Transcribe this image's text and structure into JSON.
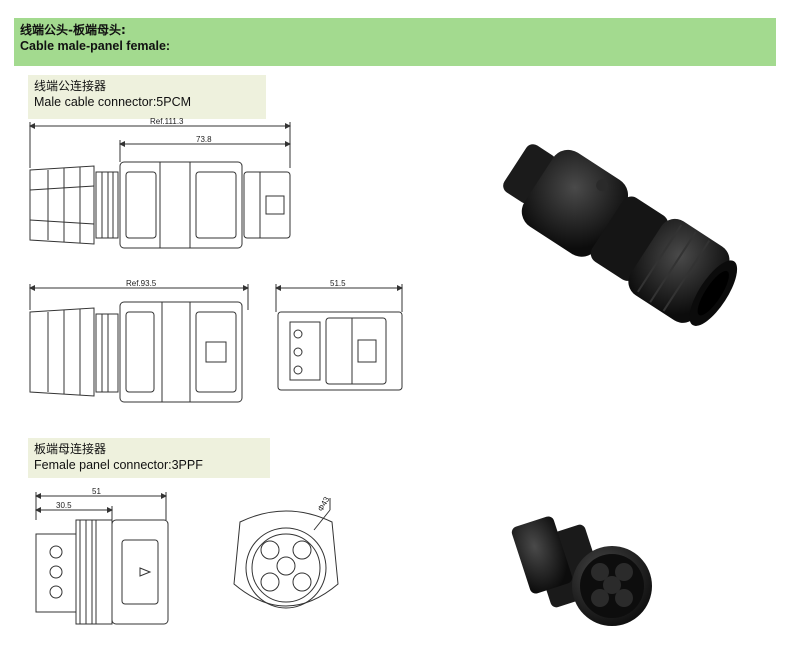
{
  "header": {
    "title_zh": "线端公头-板端母头:",
    "title_en": "Cable male-panel female:"
  },
  "section1": {
    "label_zh": "线端公连接器",
    "label_en": "Male cable connector:5PCM",
    "dims": {
      "total": "Ref.111.3",
      "body": "73.8",
      "side_total": "Ref.93.5",
      "end_view": "51.5"
    }
  },
  "section2": {
    "label_zh": "板端母连接器",
    "label_en": "Female panel connector:3PPF",
    "dims": {
      "total": "51",
      "body": "30.5",
      "diameter": "Φ43"
    }
  },
  "colors": {
    "header_bg": "#a3da8f",
    "label_bg": "#eef1dd",
    "connector_body": "#1e1e1e"
  }
}
